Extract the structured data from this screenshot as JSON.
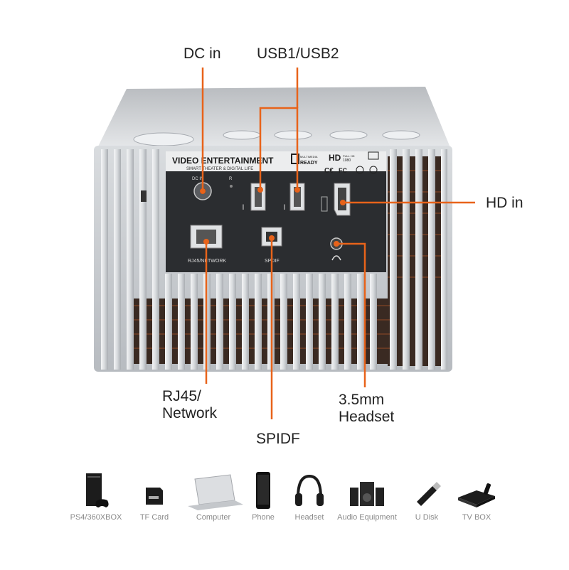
{
  "panel": {
    "brand_title": "VIDEO ENTERTAINMENT",
    "brand_subtitle": "SMART THEATER & DIGITAL LIFE",
    "port_dcin": "DC IN",
    "port_r": "R",
    "port_rj45": "RJ45/NETWORK",
    "port_spdif": "SPDIF",
    "badge_hd": "HD",
    "badge_multimedia": "MULTIMEDIA",
    "badge_ready": "READY",
    "badge_fullhd": "FULL HD",
    "badge_1080": "1080"
  },
  "callouts": {
    "dc_in": "DC in",
    "usb": "USB1/USB2",
    "hd_in": "HD in",
    "rj45_line1": "RJ45/",
    "rj45_line2": "Network",
    "spidf": "SPIDF",
    "headset_line1": "3.5mm",
    "headset_line2": "Headset"
  },
  "devices": [
    {
      "label": "PS4/360XBOX",
      "icon": "game-console-icon"
    },
    {
      "label": "TF Card",
      "icon": "sd-card-icon"
    },
    {
      "label": "Computer",
      "icon": "laptop-icon"
    },
    {
      "label": "Phone",
      "icon": "phone-icon"
    },
    {
      "label": "Headset",
      "icon": "headphones-icon"
    },
    {
      "label": "Audio Equipment",
      "icon": "speakers-icon"
    },
    {
      "label": "U Disk",
      "icon": "usb-drive-icon"
    },
    {
      "label": "TV BOX",
      "icon": "tv-box-icon"
    }
  ],
  "colors": {
    "accent": "#e8631a",
    "panel": "#2b2d30",
    "body": "#c9ccd0"
  }
}
